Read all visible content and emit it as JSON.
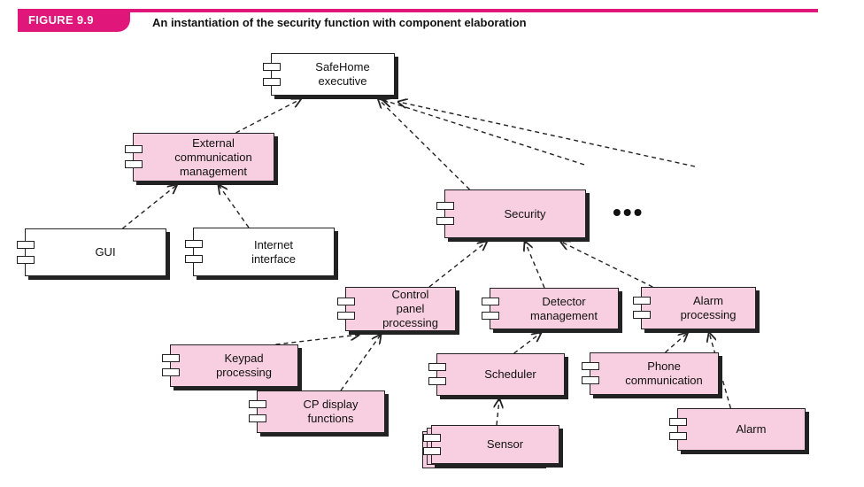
{
  "header": {
    "figure_label": "FIGURE 9.9",
    "caption": "An instantiation of the security function with component elaboration"
  },
  "colors": {
    "accent": "#e0167a",
    "component_pink": "#f7cfe0",
    "component_white": "#ffffff",
    "line": "#222222"
  },
  "more_indicator": "•••",
  "components": [
    {
      "id": "safehome",
      "label": "SafeHome\nexecutive",
      "fill": "white"
    },
    {
      "id": "ext-comm",
      "label": "External\ncommunication\nmanagement",
      "fill": "pink"
    },
    {
      "id": "gui",
      "label": "GUI",
      "fill": "white"
    },
    {
      "id": "internet",
      "label": "Internet\ninterface",
      "fill": "white"
    },
    {
      "id": "security",
      "label": "Security",
      "fill": "pink"
    },
    {
      "id": "control-panel",
      "label": "Control\npanel\nprocessing",
      "fill": "pink"
    },
    {
      "id": "detector",
      "label": "Detector\nmanagement",
      "fill": "pink"
    },
    {
      "id": "alarm-proc",
      "label": "Alarm\nprocessing",
      "fill": "pink"
    },
    {
      "id": "keypad",
      "label": "Keypad\nprocessing",
      "fill": "pink"
    },
    {
      "id": "cp-display",
      "label": "CP display\nfunctions",
      "fill": "pink"
    },
    {
      "id": "scheduler",
      "label": "Scheduler",
      "fill": "pink"
    },
    {
      "id": "phone",
      "label": "Phone\ncommunication",
      "fill": "pink"
    },
    {
      "id": "sensor",
      "label": "Sensor",
      "fill": "pink"
    },
    {
      "id": "alarm",
      "label": "Alarm",
      "fill": "pink"
    }
  ],
  "dependencies": [
    {
      "from": "ext-comm",
      "to": "safehome"
    },
    {
      "from": "security",
      "to": "safehome"
    },
    {
      "from": "gui",
      "to": "ext-comm"
    },
    {
      "from": "internet",
      "to": "ext-comm"
    },
    {
      "from": "control-panel",
      "to": "security"
    },
    {
      "from": "detector",
      "to": "security"
    },
    {
      "from": "alarm-proc",
      "to": "security"
    },
    {
      "from": "keypad",
      "to": "control-panel"
    },
    {
      "from": "cp-display",
      "to": "control-panel"
    },
    {
      "from": "scheduler",
      "to": "detector"
    },
    {
      "from": "phone",
      "to": "alarm-proc"
    },
    {
      "from": "alarm",
      "to": "alarm-proc"
    },
    {
      "from": "sensor",
      "to": "scheduler"
    }
  ]
}
